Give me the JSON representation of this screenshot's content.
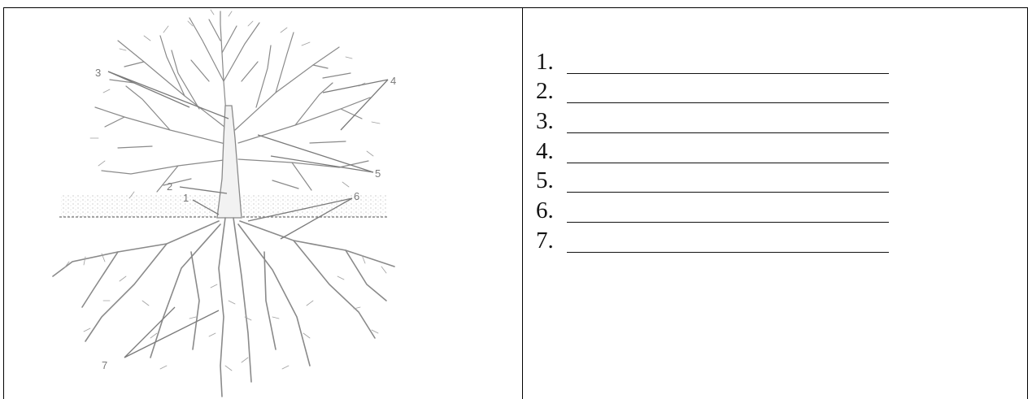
{
  "worksheet": {
    "diagram": {
      "callouts": [
        "1",
        "2",
        "3",
        "4",
        "5",
        "6",
        "7"
      ]
    },
    "answers": [
      {
        "number": "1.",
        "value": ""
      },
      {
        "number": "2.",
        "value": ""
      },
      {
        "number": "3.",
        "value": ""
      },
      {
        "number": "4.",
        "value": ""
      },
      {
        "number": "5.",
        "value": ""
      },
      {
        "number": "6.",
        "value": ""
      },
      {
        "number": "7.",
        "value": ""
      }
    ]
  },
  "colors": {
    "ink": "#7a7a7a",
    "trunk_fill": "#f2f2f2",
    "text": "#111111"
  }
}
